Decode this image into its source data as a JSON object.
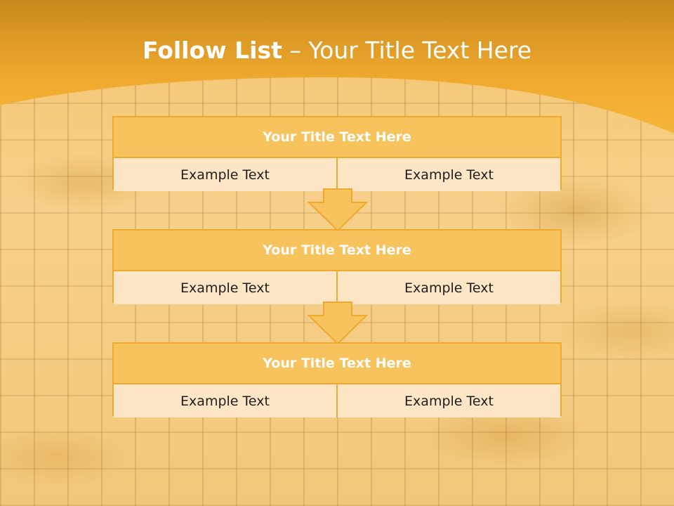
{
  "slide": {
    "title_bold": "Follow List",
    "title_rest": " – Your Title Text Here"
  },
  "blocks": [
    {
      "title": "Your Title Text Here",
      "left": "Example Text",
      "right": "Example Text"
    },
    {
      "title": "Your Title Text Here",
      "left": "Example Text",
      "right": "Example Text"
    },
    {
      "title": "Your Title Text Here",
      "left": "Example Text",
      "right": "Example Text"
    }
  ],
  "colors": {
    "banner": "#f0a92e",
    "box_border": "#f0a92e",
    "box_title_fill": "#f6c35c",
    "cell_fill": "#fde6c6"
  }
}
